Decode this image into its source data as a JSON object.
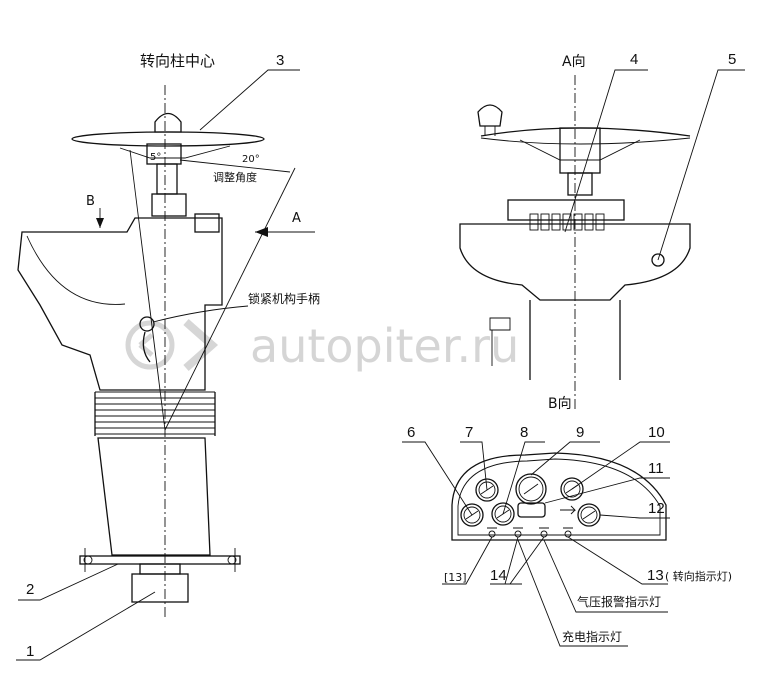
{
  "left_view": {
    "title": "转向柱中心",
    "angle_small": "5°",
    "angle_large": "20°",
    "adjust_label": "调整角度",
    "view_b_arrow": "B",
    "view_a_arrow": "A",
    "lock_handle_label": "锁紧机构手柄"
  },
  "right_view": {
    "title_top": "A向",
    "title_bottom": "B向"
  },
  "callouts": {
    "n1": "1",
    "n2": "2",
    "n3": "3",
    "n4": "4",
    "n5": "5",
    "n6": "6",
    "n7": "7",
    "n8": "8",
    "n9": "9",
    "n10": "10",
    "n11": "11",
    "n12": "12",
    "n13_left": "[13]",
    "n13_right": "13",
    "n13_label": "( 转向指示灯)",
    "n14": "14",
    "air_warning_label": "气压报警指示灯",
    "charge_label": "充电指示灯"
  },
  "watermark": "autopiter.ru",
  "colors": {
    "line": "#111111",
    "watermark": "#c8c8c8",
    "background": "#ffffff"
  }
}
